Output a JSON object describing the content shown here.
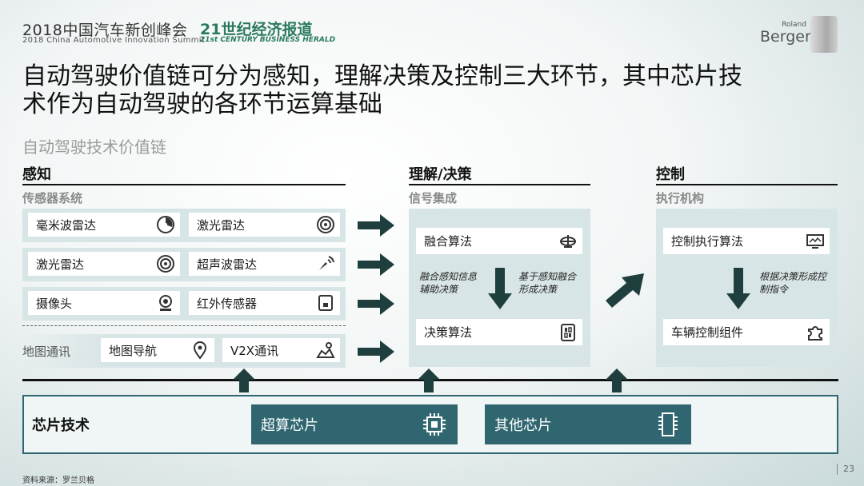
{
  "header": {
    "event_title": "2018中国汽车新创峰会",
    "event_subtitle": "2018 China Automotive Innovation Summit",
    "herald_title": "21世纪经济报道",
    "herald_subtitle": "21st CENTURY BUSINESS HERALD",
    "brand_small": "Roland",
    "brand_big": "Berger"
  },
  "headline": {
    "line1": "自动驾驶价值链可分为感知，理解决策及控制三大环节，其中芯片技",
    "line2": "术作为自动驾驶的各环节运算基础"
  },
  "subhead": "自动驾驶技术价值链",
  "perception": {
    "title": "感知",
    "subtitle": "传感器系统",
    "items": [
      {
        "label": "毫米波雷达",
        "icon": "radar-icon"
      },
      {
        "label": "激光雷达",
        "icon": "lidar-icon"
      },
      {
        "label": "激光雷达",
        "icon": "lidar-icon"
      },
      {
        "label": "超声波雷达",
        "icon": "ultrasonic-icon"
      },
      {
        "label": "摄像头",
        "icon": "camera-icon"
      },
      {
        "label": "红外传感器",
        "icon": "infrared-icon"
      }
    ],
    "map_label": "地图通讯",
    "map_items": [
      {
        "label": "地图导航",
        "icon": "map-pin-icon"
      },
      {
        "label": "V2X通讯",
        "icon": "map-route-icon"
      }
    ]
  },
  "decision": {
    "title": "理解/决策",
    "subtitle": "信号集成",
    "fusion_label": "融合算法",
    "note_left": "融合感知信息辅助决策",
    "note_right": "基于感知融合形成决策",
    "decision_label": "决策算法"
  },
  "control": {
    "title": "控制",
    "subtitle": "执行机构",
    "algo_label": "控制执行算法",
    "note": "根据决策形成控制指令",
    "component_label": "车辆控制组件"
  },
  "chips": {
    "title": "芯片技术",
    "super": "超算芯片",
    "other": "其他芯片"
  },
  "footer": {
    "source": "资料来源：罗兰贝格",
    "page": "23"
  },
  "colors": {
    "panel": "#d8e5e6",
    "accent": "#2f6670",
    "arrow": "#1f3f3f",
    "herald": "#2a7a5f"
  }
}
